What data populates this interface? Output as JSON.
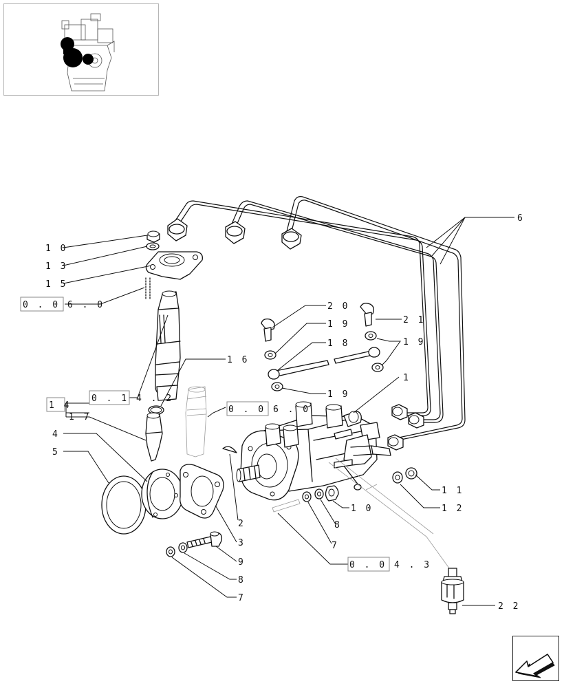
{
  "navigation": {
    "next_icon": "arrow-icon"
  },
  "callouts": [
    {
      "id": "c10a",
      "text": "1 0"
    },
    {
      "id": "c13",
      "text": "1 3"
    },
    {
      "id": "c15",
      "text": "1 5"
    },
    {
      "id": "c4",
      "text": "4"
    },
    {
      "id": "c5",
      "text": "5"
    },
    {
      "id": "c16",
      "text": "1 6"
    },
    {
      "id": "c17",
      "text": "1 7"
    },
    {
      "id": "c14",
      "text": "1 4"
    },
    {
      "id": "c20",
      "text": "2 0"
    },
    {
      "id": "c19a",
      "text": "1 9"
    },
    {
      "id": "c18",
      "text": "1 8"
    },
    {
      "id": "c19b",
      "text": "1 9"
    },
    {
      "id": "c19c",
      "text": "1 9"
    },
    {
      "id": "c21",
      "text": "2 1"
    },
    {
      "id": "c6",
      "text": "6"
    },
    {
      "id": "c1",
      "text": "1"
    },
    {
      "id": "c11",
      "text": "1 1"
    },
    {
      "id": "c12",
      "text": "1 2"
    },
    {
      "id": "c10b",
      "text": "1 0"
    },
    {
      "id": "c8a",
      "text": "8"
    },
    {
      "id": "c7a",
      "text": "7"
    },
    {
      "id": "c2",
      "text": "2"
    },
    {
      "id": "c3",
      "text": "3"
    },
    {
      "id": "c9",
      "text": "9"
    },
    {
      "id": "c8b",
      "text": "8"
    },
    {
      "id": "c7b",
      "text": "7"
    },
    {
      "id": "c22",
      "text": "2 2"
    }
  ],
  "references": [
    {
      "id": "r060a",
      "text": "0 . 0 6 . 0"
    },
    {
      "id": "r0142",
      "text": "0 . 1 4 . 2"
    },
    {
      "id": "r060b",
      "text": "0 . 0 6 . 0"
    },
    {
      "id": "r043",
      "text": "0 . 0 4 . 3"
    }
  ]
}
